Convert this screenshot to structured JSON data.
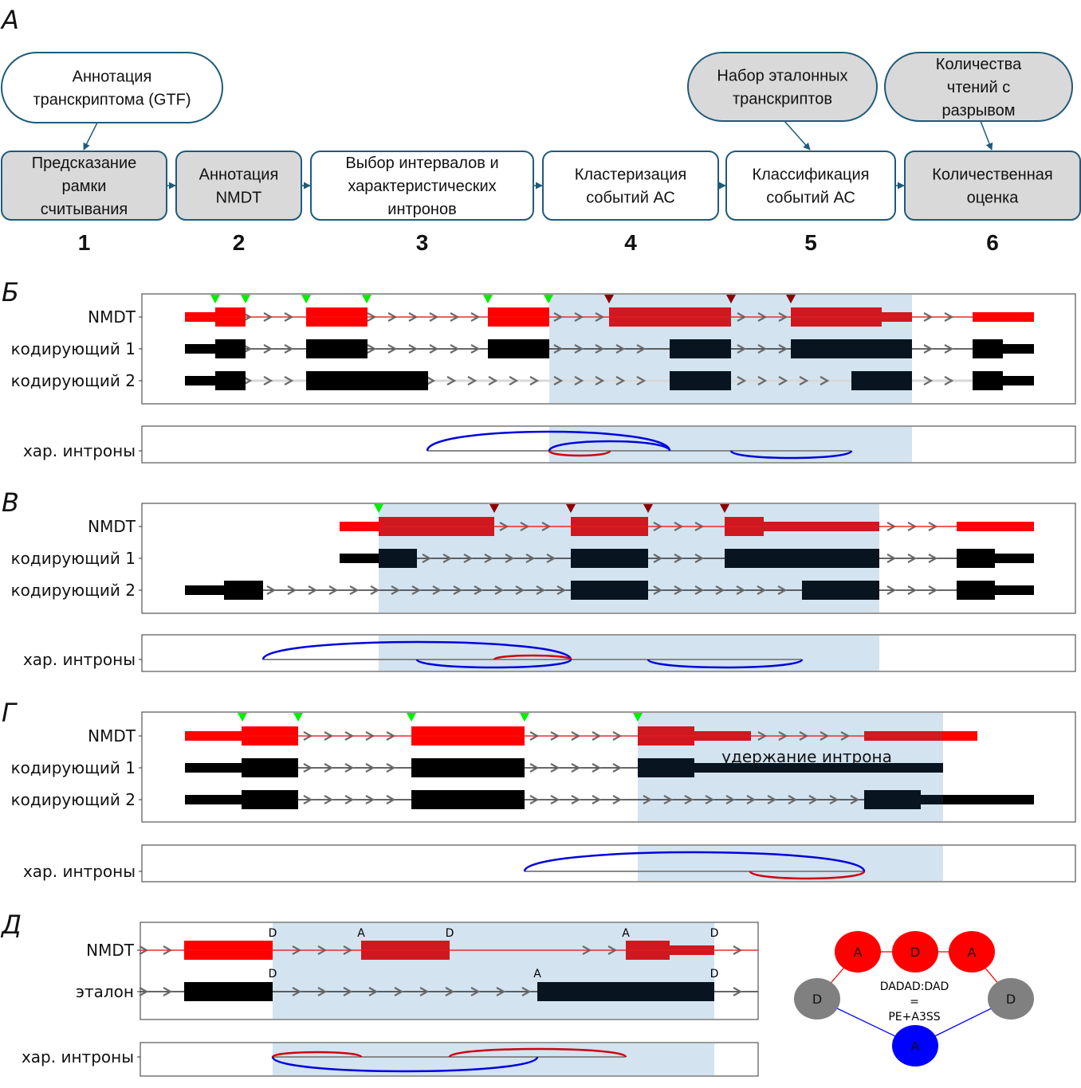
{
  "panels": {
    "A": {
      "letter": "А",
      "inputs": [
        {
          "id": "gtf",
          "lines": [
            "Аннотация",
            "транскриптома (GTF)"
          ],
          "fill": "#ffffff",
          "target_step": 1
        },
        {
          "id": "ref",
          "lines": [
            "Набор эталонных",
            "транскриптов"
          ],
          "fill": "#d9d9d9",
          "target_step": 5
        },
        {
          "id": "reads",
          "lines": [
            "Количества",
            "чтений с",
            "разрывом"
          ],
          "fill": "#d9d9d9",
          "target_step": 6
        }
      ],
      "steps": [
        {
          "number": "1",
          "lines": [
            "Предсказание",
            "рамки",
            "считывания"
          ],
          "fill": "#d9d9d9"
        },
        {
          "number": "2",
          "lines": [
            "Аннотация",
            "NMDT"
          ],
          "fill": "#d9d9d9"
        },
        {
          "number": "3",
          "lines": [
            "Выбор интервалов и",
            "характеристических",
            "интронов"
          ],
          "fill": "#ffffff"
        },
        {
          "number": "4",
          "lines": [
            "Кластеризация",
            "событий АС"
          ],
          "fill": "#ffffff"
        },
        {
          "number": "5",
          "lines": [
            "Классификация",
            "событий АС"
          ],
          "fill": "#ffffff"
        },
        {
          "number": "6",
          "lines": [
            "Количественная",
            "оценка"
          ],
          "fill": "#d9d9d9"
        }
      ]
    },
    "B": {
      "letter": "Б",
      "rows": [
        "NMDT",
        "кодирующий 1",
        "кодирующий 2"
      ],
      "intron_label": "хар. интроны"
    },
    "V": {
      "letter": "В",
      "rows": [
        "NMDT",
        "кодирующий 1",
        "кодирующий 2"
      ],
      "intron_label": "хар. интроны"
    },
    "G": {
      "letter": "Г",
      "rows": [
        "NMDT",
        "кодирующий 1",
        "кодирующий 2"
      ],
      "intron_label": "хар. интроны",
      "annotation": "удержание интрона"
    },
    "D": {
      "letter": "Д",
      "rows": [
        "NMDT",
        "эталон"
      ],
      "intron_label": "хар. интроны",
      "site_labels": {
        "donor": "D",
        "acceptor": "A"
      },
      "graph": {
        "nodes": [
          {
            "label": "D",
            "color": "#808080"
          },
          {
            "label": "A",
            "color": "#ff0000"
          },
          {
            "label": "D",
            "color": "#ff0000"
          },
          {
            "label": "A",
            "color": "#ff0000"
          },
          {
            "label": "D",
            "color": "#808080"
          },
          {
            "label": "A",
            "color": "#0000ff"
          }
        ],
        "caption": [
          "DADAD:DAD",
          "=",
          "PE+A3SS"
        ]
      }
    }
  },
  "colors": {
    "flow_border": "#1f5a7a",
    "nmdt": "#ff0000",
    "nmdt_in_region": "#d01820",
    "coding": "#000000",
    "coding_in_region": "#081520",
    "region": "#d3e3f0",
    "start_marker": "#00ee00",
    "stop_marker": "#8b0000",
    "intron_nmdt": "#d00010",
    "intron_coding": "#0000dd"
  }
}
